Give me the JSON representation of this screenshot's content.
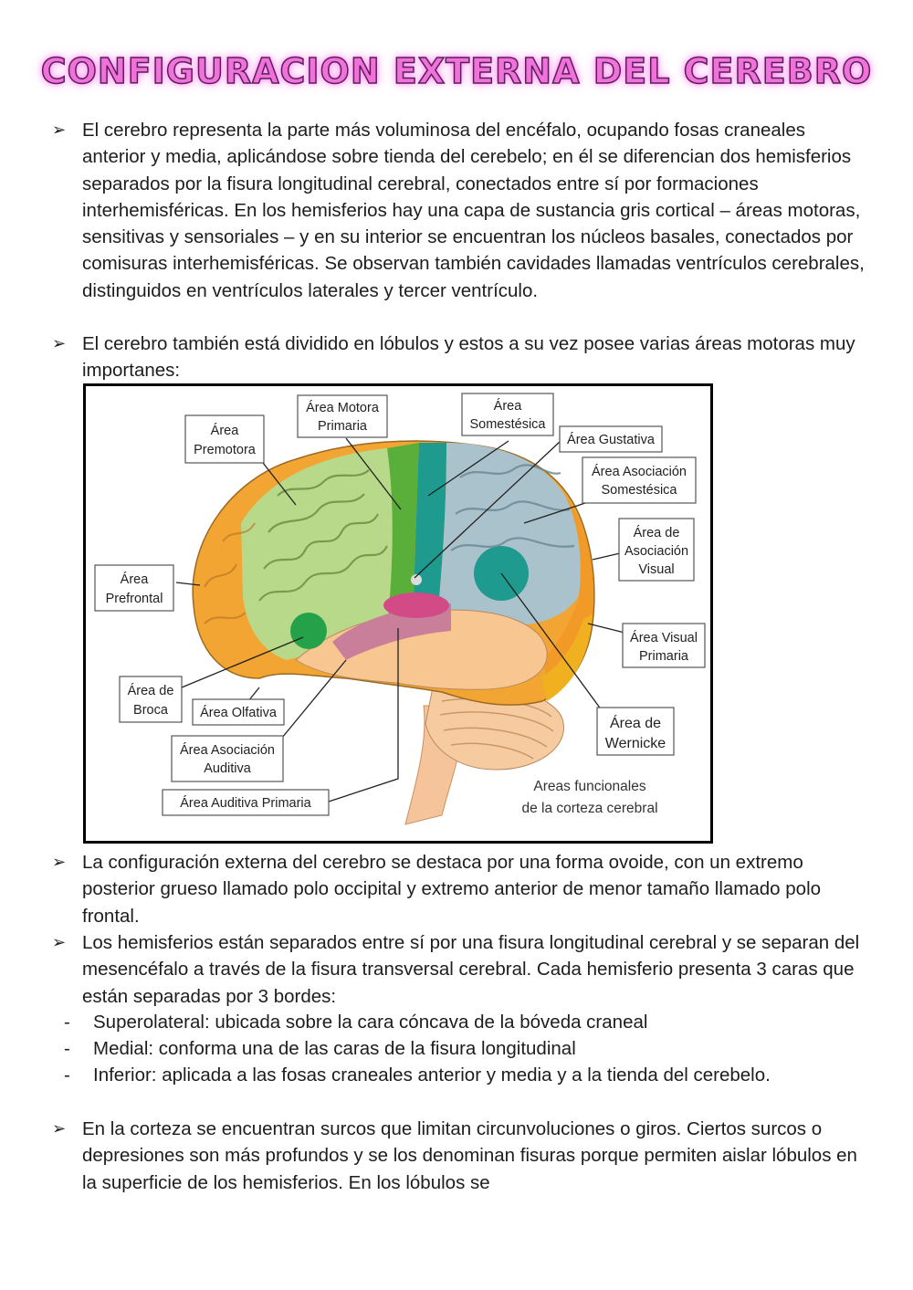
{
  "title": "Configuracion externa del cerebro",
  "paragraphs": [
    "El cerebro representa la parte más voluminosa del encéfalo, ocupando fosas craneales anterior y media, aplicándose sobre tienda del cerebelo; en él se diferencian dos hemisferios separados por la fisura longitudinal cerebral, conectados entre sí por formaciones interhemisféricas. En los hemisferios hay una capa de sustancia gris cortical – áreas motoras, sensitivas y sensoriales – y en su interior se encuentran los núcleos basales, conectados por comisuras interhemisféricas. Se observan también cavidades llamadas ventrículos cerebrales, distinguidos en ventrículos laterales y tercer ventrículo.",
    "El cerebro también está dividido en lóbulos y estos a su vez posee varias áreas motoras muy importanes:",
    "La configuración externa del cerebro se destaca por una forma ovoide, con un extremo posterior grueso llamado polo occipital y extremo anterior de menor tamaño llamado polo frontal.",
    "Los hemisferios están separados entre sí por una fisura longitudinal cerebral y se separan del mesencéfalo a través de la fisura transversal cerebral. Cada hemisferio presenta 3 caras que están separadas por 3 bordes:",
    "En la corteza se encuentran surcos que limitan circunvoluciones o giros. Ciertos surcos o depresiones son más profundos y se los denominan fisuras porque permiten aislar lóbulos en la superficie de los hemisferios. En los lóbulos se"
  ],
  "faces": [
    "Superolateral: ubicada sobre la cara cóncava de la bóveda craneal",
    "Medial: conforma una de las caras de la fisura longitudinal",
    "Inferior: aplicada a las fosas craneales anterior y media y a la tienda del cerebelo."
  ],
  "bullet_glyph": "➢",
  "dash_glyph": "-",
  "figure": {
    "labels": {
      "premotora_1": "Área",
      "premotora_2": "Premotora",
      "motora_1": "Área Motora",
      "motora_2": "Primaria",
      "somestesica_1": "Área",
      "somestesica_2": "Somestésica",
      "gustativa": "Área Gustativa",
      "asoc_som_1": "Área Asociación",
      "asoc_som_2": "Somestésica",
      "asoc_vis_1": "Área de",
      "asoc_vis_2": "Asociación",
      "asoc_vis_3": "Visual",
      "prefrontal_1": "Área",
      "prefrontal_2": "Prefrontal",
      "visual_1": "Área Visual",
      "visual_2": "Primaria",
      "broca_1": "Área de",
      "broca_2": "Broca",
      "olfativa": "Área Olfativa",
      "asoc_aud_1": "Área Asociación",
      "asoc_aud_2": "Auditiva",
      "wernicke_1": "Área de",
      "wernicke_2": "Wernicke",
      "auditiva": "Área Auditiva Primaria",
      "caption_1": "Areas funcionales",
      "caption_2": "de la corteza cerebral"
    },
    "colors": {
      "prefrontal": "#f2a532",
      "premotora": "#b9d98a",
      "motora": "#5aaf3a",
      "somestesica": "#1f9a8e",
      "asociacion_somestesica": "#a9c2cc",
      "visual": "#f0b020",
      "asociacion_visual": "#f29a28",
      "temporal": "#f8c690",
      "auditiva": "#c97f9a",
      "gustativa": "#d24a86",
      "wernicke": "#1f9a8e",
      "broca": "#25a14a",
      "cerebelo": "#f6cba0"
    }
  }
}
